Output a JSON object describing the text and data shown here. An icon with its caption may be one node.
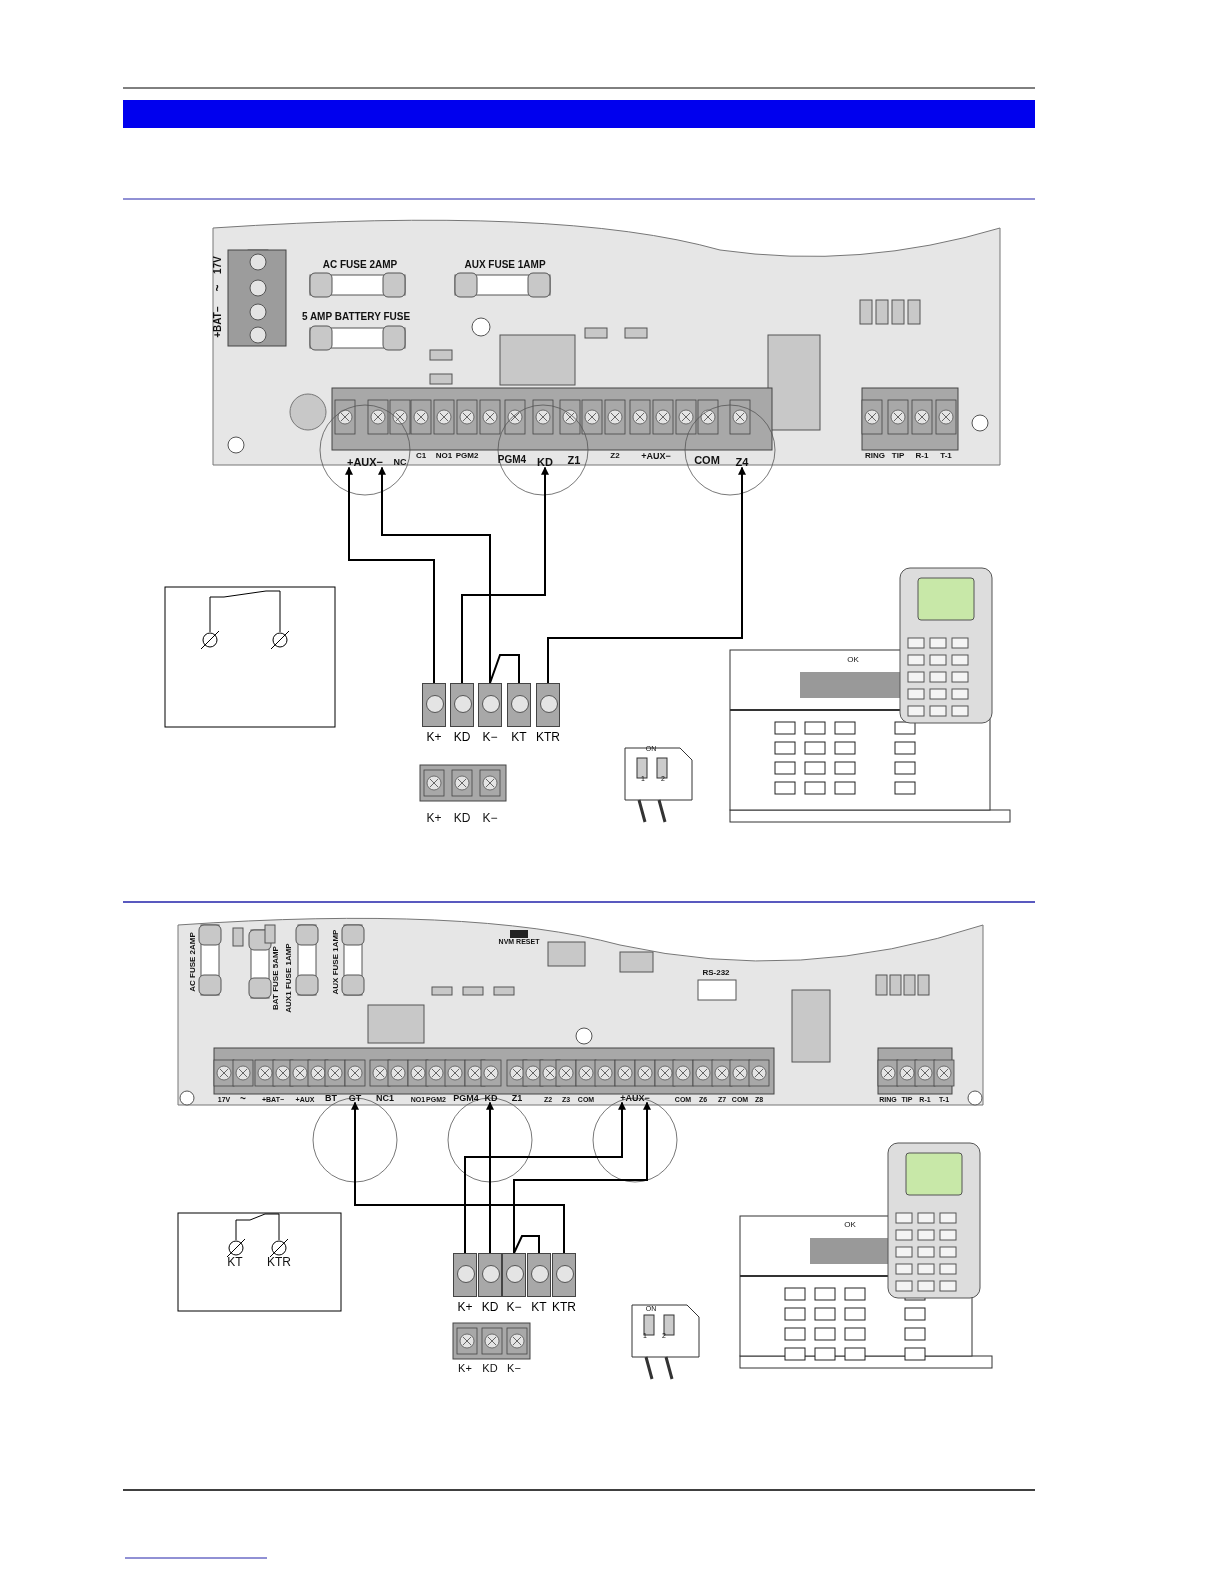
{
  "diagram": {
    "nodes": [
      {
        "text": [
          "+AUX−"
        ]
      },
      {
        "text": [
          "KD"
        ]
      },
      {
        "text": [
          "Z4"
        ]
      },
      {
        "text": [
          "K+"
        ]
      },
      {
        "text": [
          "KD"
        ]
      },
      {
        "text": [
          "K−"
        ]
      },
      {
        "text": [
          "KT"
        ]
      },
      {
        "text": [
          "KTR"
        ]
      },
      {
        "text": [
          "GT"
        ]
      },
      {
        "text": [
          "KD"
        ]
      },
      {
        "text": [
          "+AUX−"
        ]
      },
      {
        "text": [
          "K+"
        ]
      },
      {
        "text": [
          "KD"
        ]
      },
      {
        "text": [
          "K−"
        ]
      },
      {
        "text": [
          "KT"
        ]
      },
      {
        "text": [
          "KTR"
        ]
      }
    ],
    "edges": [
      {
        "from": 3,
        "to": 0,
        "arrow": "to"
      },
      {
        "from": 5,
        "to": 0,
        "arrow": "to"
      },
      {
        "from": 4,
        "to": 1,
        "arrow": "to"
      },
      {
        "from": 7,
        "to": 2,
        "arrow": "to"
      },
      {
        "from": 5,
        "to": 6,
        "arrow": "none"
      },
      {
        "from": 15,
        "to": 8,
        "arrow": "to"
      },
      {
        "from": 12,
        "to": 9,
        "arrow": "to"
      },
      {
        "from": 11,
        "to": 10,
        "arrow": "to"
      },
      {
        "from": 13,
        "to": 10,
        "arrow": "to"
      },
      {
        "from": 13,
        "to": 14,
        "arrow": "none"
      }
    ],
    "labels": [
      "17V",
      "~",
      "+BAT−",
      "AC FUSE 2AMP",
      "AUX FUSE 1AMP",
      "5 AMP BATTERY FUSE",
      "NC",
      "C1",
      "NO1",
      "PGM2",
      "PGM4",
      "Z1",
      "Z2",
      "+AUX−",
      "COM",
      "RING",
      "TIP",
      "R-1",
      "T-1",
      "ON",
      "1",
      "2",
      "OK",
      "K+",
      "KD",
      "K−",
      "AC FUSE 2AMP",
      "BAT FUSE 5AMP",
      "AUX1 FUSE 1AMP",
      "AUX FUSE 1AMP",
      "NVM RESET",
      "RS-232",
      "17V",
      "~",
      "+BAT−",
      "+AUX",
      "BT",
      "NC1",
      "NO1",
      "PGM2",
      "PGM4",
      "Z1",
      "Z2",
      "Z3",
      "COM",
      "COM",
      "Z6",
      "Z7",
      "COM",
      "Z8",
      "RING",
      "TIP",
      "R-1",
      "T-1",
      "KT",
      "KTR",
      "ON",
      "1",
      "2",
      "OK",
      "K+",
      "KD",
      "K−"
    ]
  }
}
